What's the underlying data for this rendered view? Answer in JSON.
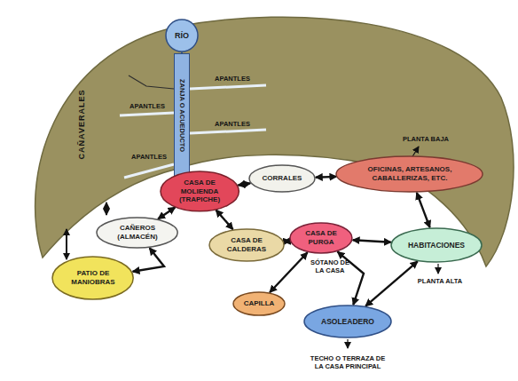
{
  "diagram": {
    "nodes": [
      {
        "text": [
          "RÍO"
        ]
      },
      {
        "text": [
          "ZANJA O ACUEDUCTO"
        ]
      },
      {
        "text": [
          "CASA DE MOLIENDA (TRAPICHE)"
        ]
      },
      {
        "text": [
          "CORRALES"
        ]
      },
      {
        "text": [
          "OFICINAS, ARTESANOS, CABALLERIZAS, ETC."
        ]
      },
      {
        "text": [
          "CAÑEROS (ALMACÉN)"
        ]
      },
      {
        "text": [
          "CASA DE CALDERAS"
        ]
      },
      {
        "text": [
          "CASA DE PURGA"
        ]
      },
      {
        "text": [
          "HABITACIONES"
        ]
      },
      {
        "text": [
          "PATIO DE MANIOBRAS"
        ]
      },
      {
        "text": [
          "CAPILLA"
        ]
      },
      {
        "text": [
          "ASOLEADERO"
        ]
      }
    ],
    "edges": [
      {
        "from": 0,
        "to": 1,
        "arrow": "none"
      },
      {
        "from": 1,
        "to": 2,
        "arrow": "none"
      },
      {
        "from": 2,
        "to": 3,
        "arrow": "both"
      },
      {
        "from": 3,
        "to": 4,
        "arrow": "both"
      },
      {
        "from": 4,
        "to": 8,
        "arrow": "both"
      },
      {
        "from": 2,
        "to": 5,
        "arrow": "both"
      },
      {
        "from": 2,
        "to": 6,
        "arrow": "both"
      },
      {
        "from": 6,
        "to": 7,
        "arrow": "both"
      },
      {
        "from": 7,
        "to": 8,
        "arrow": "both"
      },
      {
        "from": 5,
        "to": 9,
        "arrow": "both"
      },
      {
        "from": 7,
        "to": 10,
        "arrow": "both"
      },
      {
        "from": 7,
        "to": 11,
        "arrow": "both"
      },
      {
        "from": 8,
        "to": 11,
        "arrow": "both"
      }
    ],
    "labels": [
      "CAÑAVERALES",
      "APANTLES",
      "APANTLES",
      "APANTLES",
      "APANTLES",
      "PLANTA BAJA",
      "SÓTANO DE LA CASA",
      "PLANTA ALTA",
      "TECHO O TERRAZA DE LA CASA PRINCIPAL"
    ]
  }
}
